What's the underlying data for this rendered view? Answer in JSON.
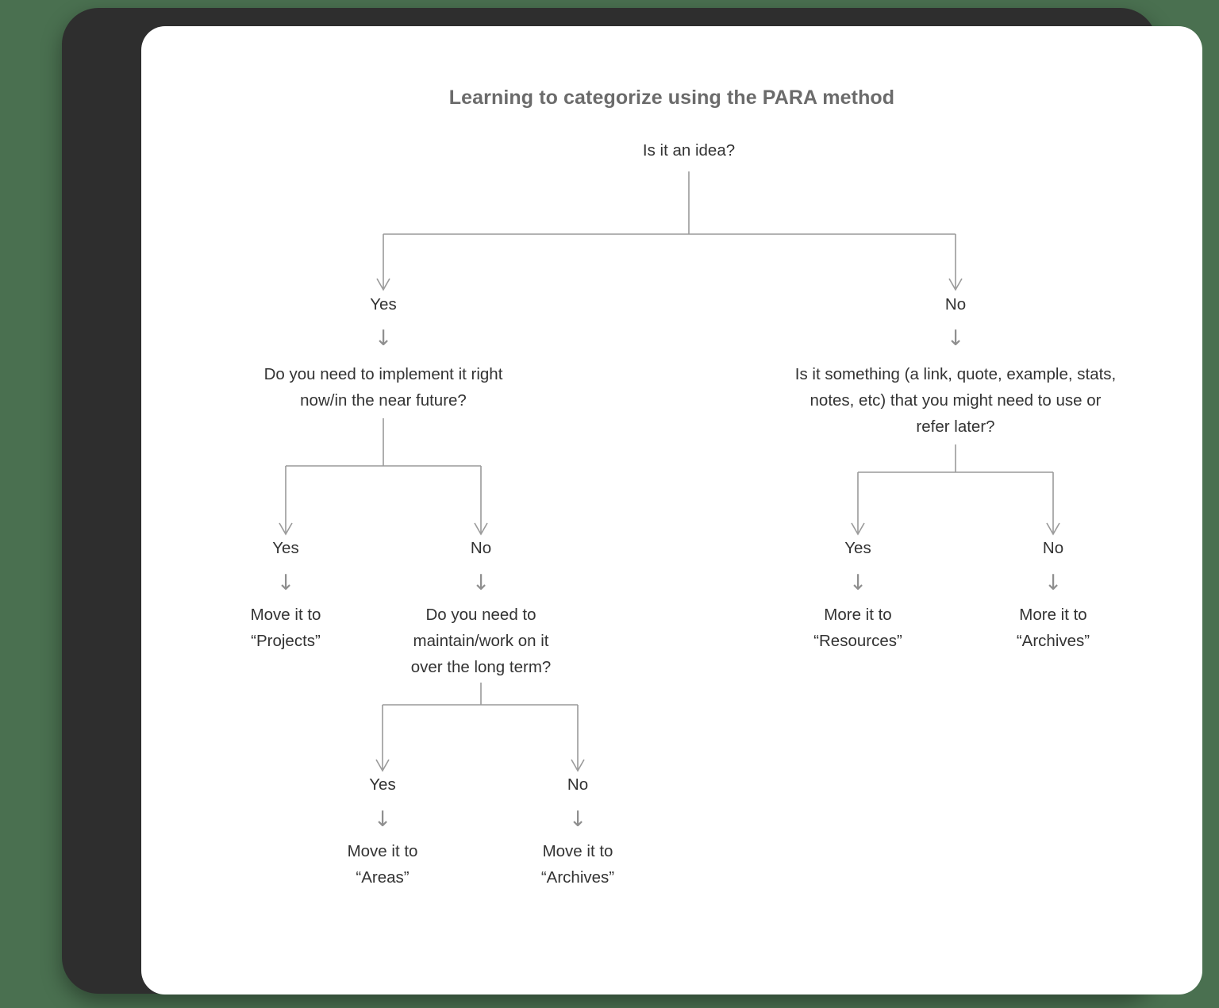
{
  "page": {
    "title": "Learning to categorize using the PARA method",
    "background_color": "#4a7050",
    "card_color": "#ffffff",
    "bezel_color": "#2e2e2e",
    "title_color": "#6b6b6b",
    "text_color": "#333333",
    "connector_color": "#9a9a9a"
  },
  "chart_data": {
    "type": "diagram",
    "subtype": "decision-tree-flowchart",
    "title": "Learning to categorize using the PARA method",
    "orientation": "top-down",
    "nodes": [
      {
        "id": "q1",
        "kind": "question",
        "text": "Is it an idea?"
      },
      {
        "id": "q2",
        "kind": "question",
        "text": "Do you need to implement it right\nnow/in the near future?"
      },
      {
        "id": "q3",
        "kind": "question",
        "text": "Is it something (a link, quote, example, stats,\nnotes, etc) that you might need to use or\nrefer later?"
      },
      {
        "id": "q4",
        "kind": "question",
        "text": "Do you need to\nmaintain/work on it\nover the long term?"
      },
      {
        "id": "r1",
        "kind": "result",
        "text": "Move it to\n“Projects”"
      },
      {
        "id": "r2",
        "kind": "result",
        "text": "Move it to\n“Areas”"
      },
      {
        "id": "r3",
        "kind": "result",
        "text": "Move it to\n“Archives”"
      },
      {
        "id": "r4",
        "kind": "result",
        "text": "More it to\n“Resources”"
      },
      {
        "id": "r5",
        "kind": "result",
        "text": "More it to\n“Archives”"
      }
    ],
    "edges": [
      {
        "from": "q1",
        "to": "q2",
        "label": "Yes"
      },
      {
        "from": "q1",
        "to": "q3",
        "label": "No"
      },
      {
        "from": "q2",
        "to": "r1",
        "label": "Yes"
      },
      {
        "from": "q2",
        "to": "q4",
        "label": "No"
      },
      {
        "from": "q4",
        "to": "r2",
        "label": "Yes"
      },
      {
        "from": "q4",
        "to": "r3",
        "label": "No"
      },
      {
        "from": "q3",
        "to": "r4",
        "label": "Yes"
      },
      {
        "from": "q3",
        "to": "r5",
        "label": "No"
      }
    ]
  },
  "nodes": {
    "root_question": "Is it an idea?",
    "left_question": "Do you need to implement it right\nnow/in the near future?",
    "right_question": "Is it something (a link, quote, example, stats,\nnotes, etc) that you might need to use or\nrefer later?",
    "long_term_question": "Do you need to\nmaintain/work on it\nover the long term?",
    "result_projects": "Move it to\n“Projects”",
    "result_areas": "Move it to\n“Areas”",
    "result_archives_left": "Move it to\n“Archives”",
    "result_resources": "More it to\n“Resources”",
    "result_archives_right": "More it to\n“Archives”"
  },
  "labels": {
    "root_yes": "Yes",
    "root_no": "No",
    "left_yes": "Yes",
    "left_no": "No",
    "right_yes": "Yes",
    "right_no": "No",
    "longterm_yes": "Yes",
    "longterm_no": "No"
  },
  "icons": {
    "down_arrow": "↓"
  }
}
